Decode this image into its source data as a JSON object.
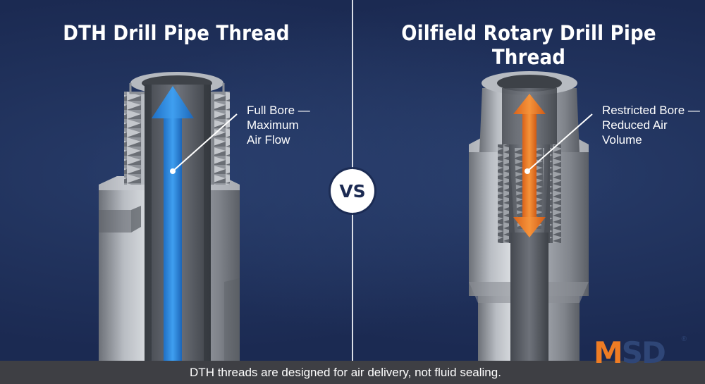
{
  "diagram": {
    "left_panel": {
      "title": "DTH Drill Pipe Thread",
      "callout_lines": [
        "Full Bore —",
        "Maximum",
        "Air Flow"
      ],
      "arrow_color": "#2f8ee0"
    },
    "right_panel": {
      "title": "Oilfield Rotary Drill Pipe Thread",
      "callout_lines": [
        "Restricted Bore —",
        "Reduced Air",
        "Volume"
      ],
      "arrow_color": "#f07c22"
    },
    "vs_label": "VS",
    "footer_text": "DTH threads are designed for air delivery, not fluid sealing.",
    "logo": {
      "text_m": "M",
      "text_rest": "SD",
      "mark": "®"
    },
    "colors": {
      "background": "#1b2a52",
      "metal": "#a5a9b0",
      "footer": "#3e3f44",
      "divider": "#d9dde6"
    }
  }
}
